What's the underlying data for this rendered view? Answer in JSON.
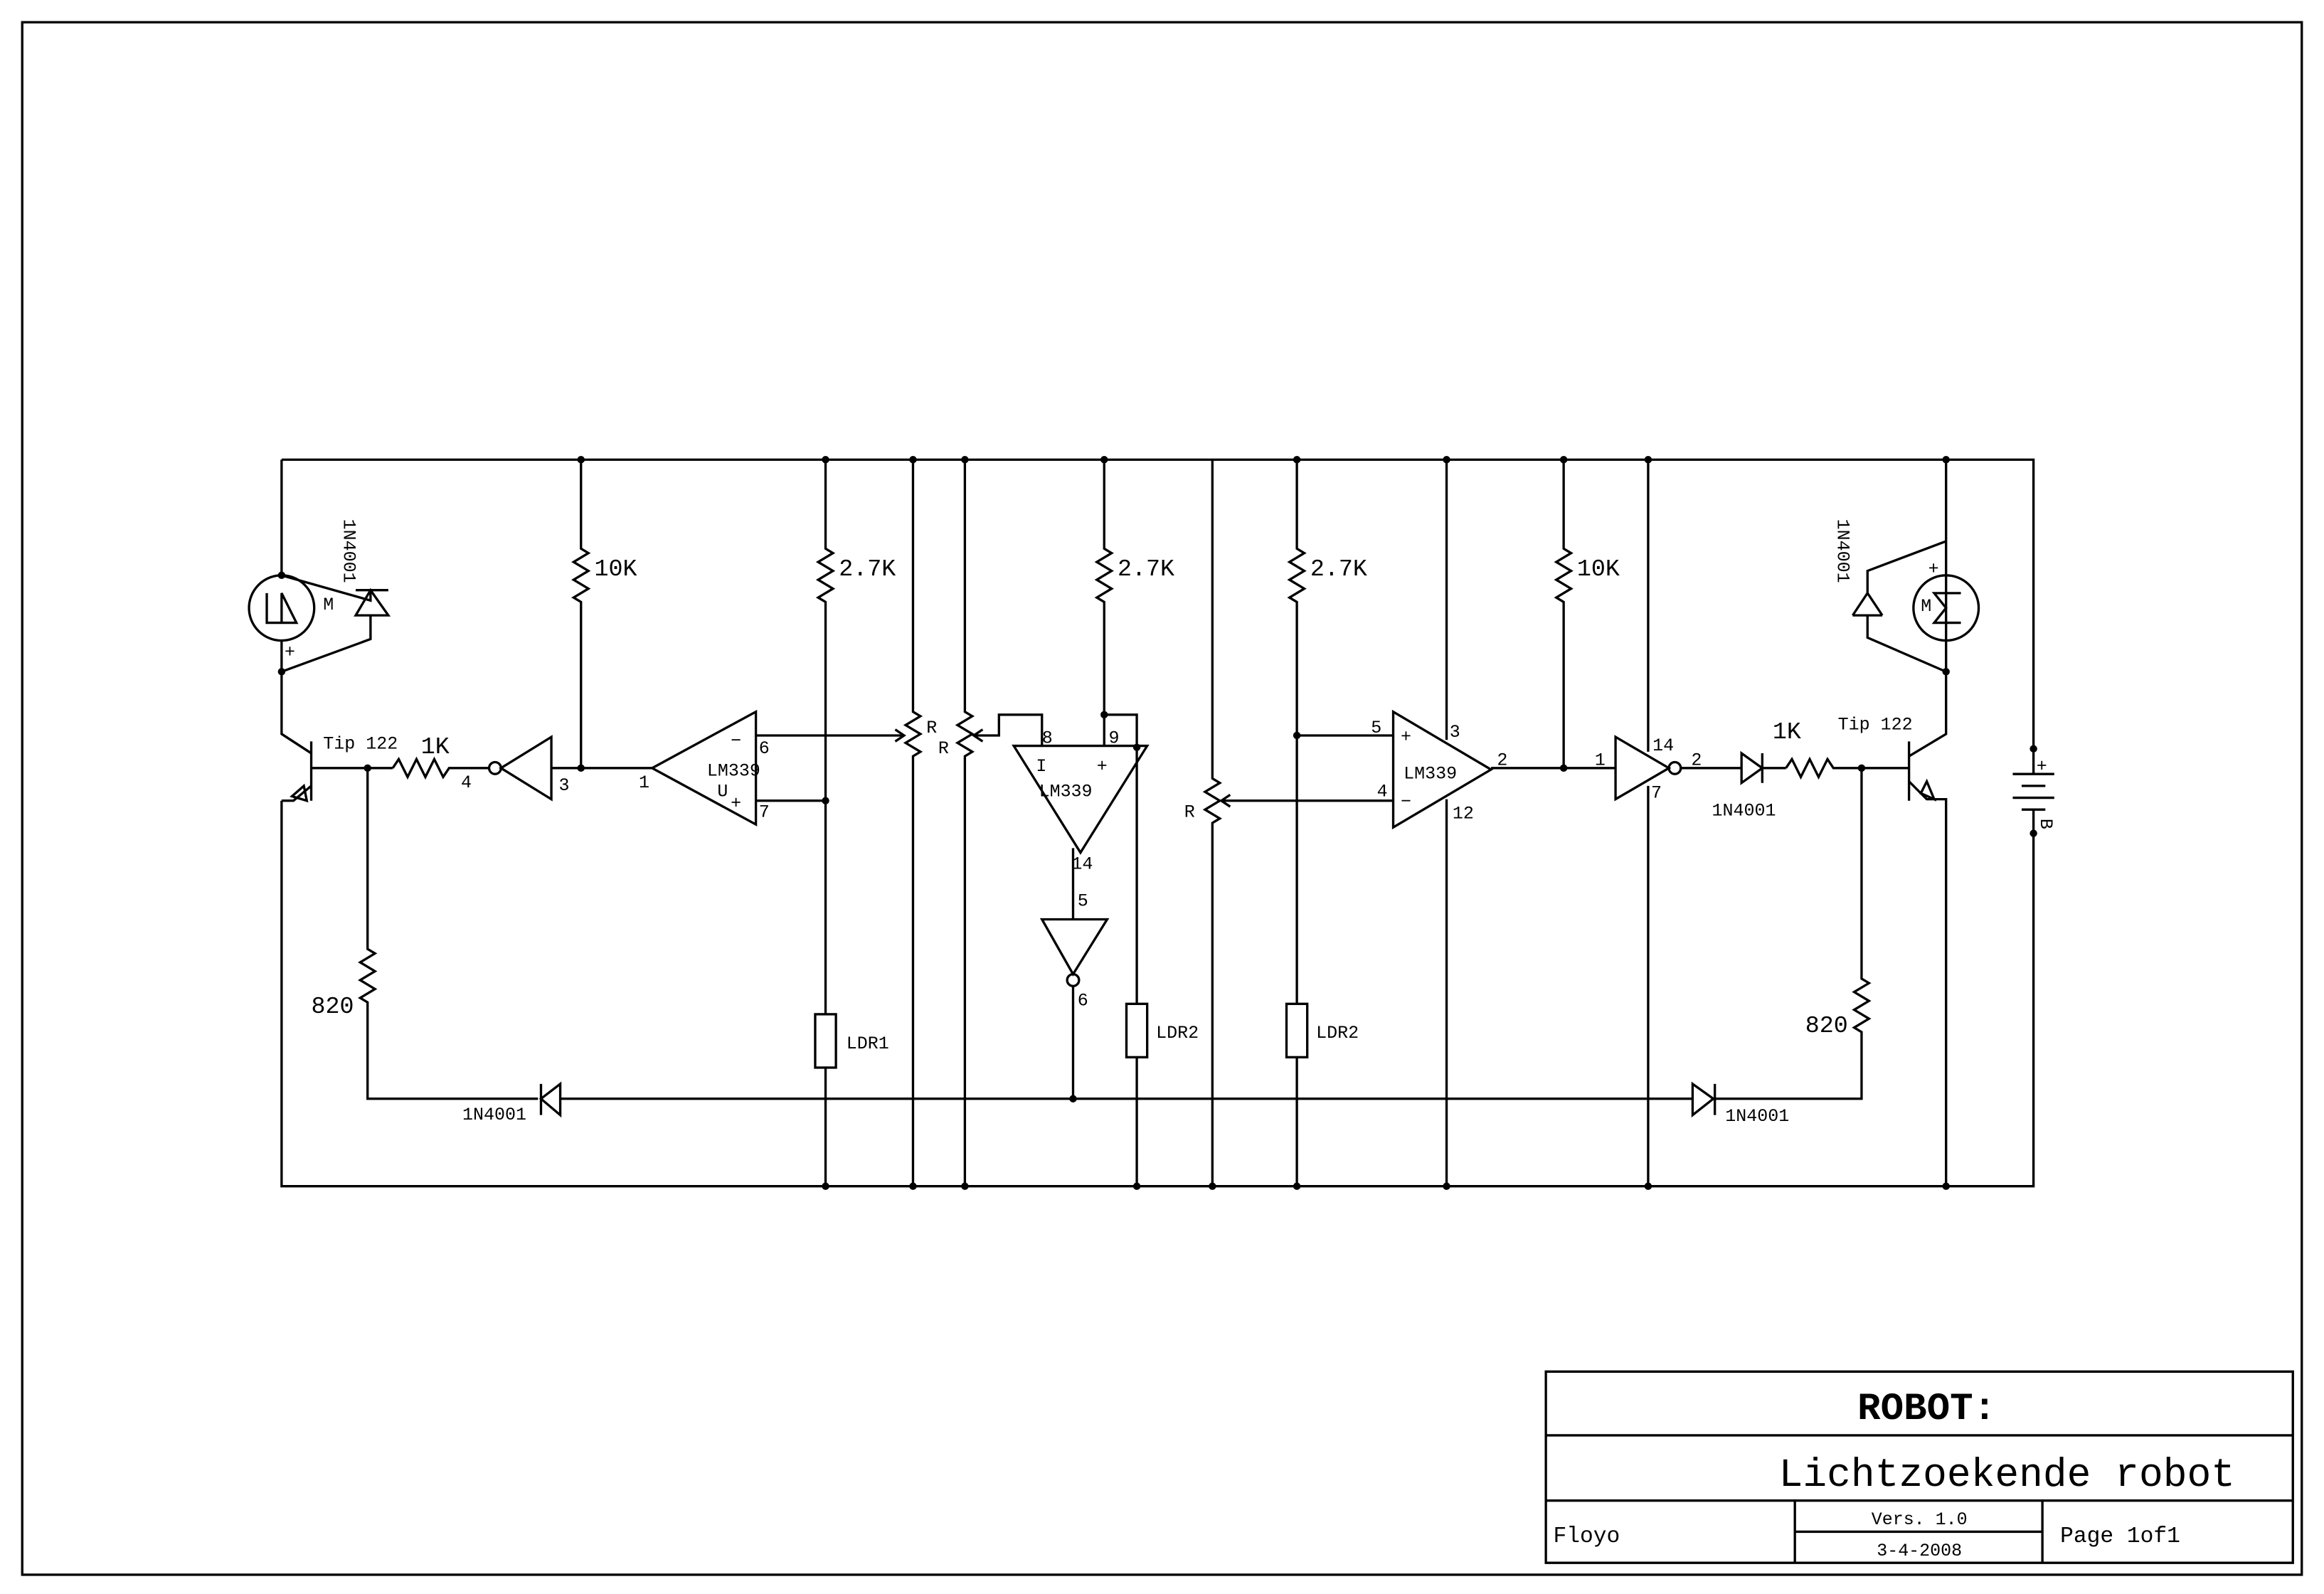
{
  "schematic": {
    "left": {
      "motor": "M",
      "motor_plus": "+",
      "flyback_diode": "1N4001",
      "transistor": "Tip 122",
      "base_resistor": "1K",
      "pulldown_resistor": "820",
      "feedback_diode": "1N4001",
      "pullup": "10K",
      "inverter_in": "3",
      "inverter_out": "4",
      "comparator": "LM339",
      "comp_out": "1",
      "comp_minus_pin": "6",
      "comp_plus_pin": "7",
      "comp_minus": "−",
      "comp_plus": "+",
      "comp_u": "U"
    },
    "center": {
      "divider1": "2.7K",
      "ldr1": "LDR1",
      "pot1": "R",
      "pot2": "R",
      "divider2": "2.7K",
      "ldr2": "LDR2",
      "comparator": "LM339",
      "pin_8": "8",
      "pin_9": "9",
      "pin_minus": "I",
      "pin_plus": "+",
      "pin_out": "14",
      "inverter_in": "5",
      "inverter_out": "6"
    },
    "right": {
      "pot": "R",
      "divider": "2.7K",
      "ldr": "LDR2",
      "comparator": "LM339",
      "pin_5": "5",
      "pin_4": "4",
      "pin_3": "3",
      "pin_12": "12",
      "pin_out": "2",
      "plus": "+",
      "minus": "−",
      "pullup": "10K",
      "inverter_in": "1",
      "inverter_vcc": "14",
      "inverter_gnd": "7",
      "inverter_out": "2",
      "series_diode": "1N4001",
      "base_resistor": "1K",
      "transistor": "Tip 122",
      "pulldown_resistor": "820",
      "feedback_diode": "1N4001",
      "motor": "M",
      "motor_plus": "+",
      "flyback_diode": "1N4001"
    },
    "battery": {
      "plus": "+",
      "label": "B"
    }
  },
  "title_block": {
    "project": "ROBOT:",
    "title": "Lichtzoekende robot",
    "author": "Floyo",
    "version": "Vers. 1.0",
    "date": "3-4-2008",
    "page": "Page 1of1"
  }
}
